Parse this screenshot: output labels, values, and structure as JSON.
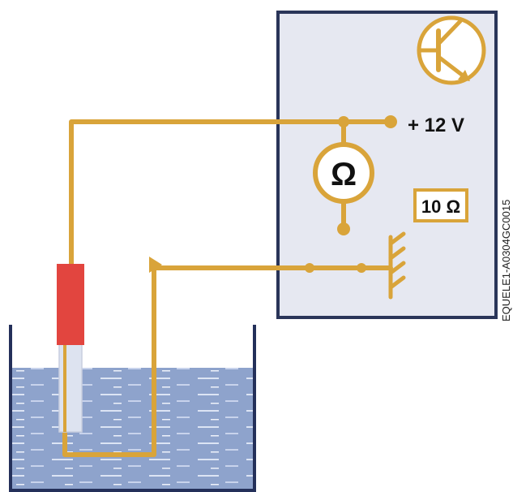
{
  "labels": {
    "supply_voltage": "+ 12 V",
    "ohm_symbol": "Ω",
    "resistance": "10 Ω",
    "side_code": "EQUELE1-A0304GC0015"
  },
  "icons": {
    "transistor": "transistor-icon",
    "ohmmeter": "ohmmeter-icon",
    "ground": "ground-icon",
    "probe_tip": "probe-tip-icon"
  },
  "colors": {
    "wire": "#D9A43A",
    "panel_border": "#2A3559",
    "panel_fill": "#E6E8F1",
    "probe": "#E2453F",
    "liquid": "#8EA3CC",
    "container": "#24305A",
    "meter_fill": "#FFFFFF",
    "text": "#111111"
  }
}
